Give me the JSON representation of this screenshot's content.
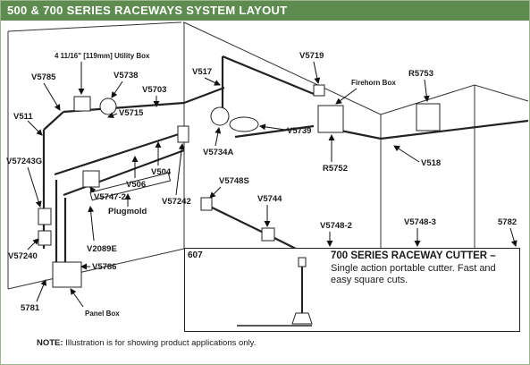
{
  "title": "500 & 700 SERIES RACEWAYS SYSTEM LAYOUT",
  "labels": {
    "utility_box": "4 11/16\" [119mm] Utility Box",
    "v5785": "V5785",
    "v5738": "V5738",
    "v5703": "V5703",
    "v517": "V517",
    "v5719": "V5719",
    "r5753": "R5753",
    "firehorn_box": "Firehorn Box",
    "v511": "V511",
    "v5715": "V5715",
    "v5739": "V5739",
    "v5734a": "V5734A",
    "r5752": "R5752",
    "v518": "V518",
    "v57243g": "V57243G",
    "v504": "V504",
    "v506": "V506",
    "v5747_2": "V5747-2",
    "v57242": "V57242",
    "v5748s": "V5748S",
    "v5744": "V5744",
    "v5748_2": "V5748-2",
    "v5748_3": "V5748-3",
    "n5782": "5782",
    "plugmold": "Plugmold",
    "v2089e": "V2089E",
    "v57240": "V57240",
    "v5786": "V5786",
    "n5781": "5781",
    "panel_box": "Panel Box"
  },
  "inset": {
    "number": "607",
    "title": "700 SERIES RACEWAY CUTTER –",
    "description": "Single action portable cutter. Fast and easy square cuts."
  },
  "note": {
    "prefix": "NOTE:",
    "text": "Illustration is for showing product applications only."
  },
  "colors": {
    "title_bar": "#5e8b4f",
    "frame_border": "#9ab58c",
    "line": "#222222"
  }
}
